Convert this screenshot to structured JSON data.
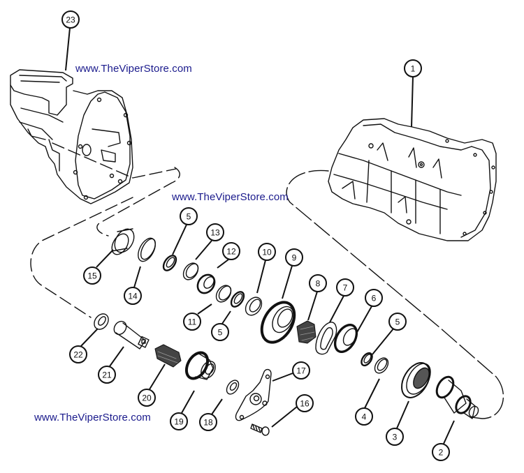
{
  "diagram": {
    "colors": {
      "line": "#111111",
      "watermark": "#1a1a8c",
      "background": "#ffffff"
    },
    "watermarks": [
      {
        "id": "wm-top",
        "text": "www.TheViperStore.com"
      },
      {
        "id": "wm-middle",
        "text": "www.TheViperStore.com"
      },
      {
        "id": "wm-bottom",
        "text": "www.TheViperStore.com"
      }
    ],
    "callouts": [
      {
        "label": "23",
        "part": "extension-housing"
      },
      {
        "label": "1",
        "part": "transmission-case"
      },
      {
        "label": "15",
        "part": "bearing-cup"
      },
      {
        "label": "14",
        "part": "snap-ring"
      },
      {
        "label": "5",
        "part": "thrust-washer"
      },
      {
        "label": "13",
        "part": "bearing-race"
      },
      {
        "label": "12",
        "part": "roller-bearing"
      },
      {
        "label": "10",
        "part": "thrust-washer"
      },
      {
        "label": "9",
        "part": "gear"
      },
      {
        "label": "8",
        "part": "needle-bearing"
      },
      {
        "label": "7",
        "part": "oil-slinger"
      },
      {
        "label": "6",
        "part": "gear"
      },
      {
        "label": "5",
        "part": "thrust-washer"
      },
      {
        "label": "11",
        "part": "bearing-race"
      },
      {
        "label": "5",
        "part": "thrust-washer"
      },
      {
        "label": "4",
        "part": "washer"
      },
      {
        "label": "3",
        "part": "synchronizer"
      },
      {
        "label": "2",
        "part": "shaft"
      },
      {
        "label": "22",
        "part": "washer"
      },
      {
        "label": "21",
        "part": "shaft"
      },
      {
        "label": "20",
        "part": "needle-bearing"
      },
      {
        "label": "19",
        "part": "reverse-idler-gear"
      },
      {
        "label": "18",
        "part": "washer"
      },
      {
        "label": "17",
        "part": "bracket"
      },
      {
        "label": "16",
        "part": "bolt"
      }
    ]
  }
}
